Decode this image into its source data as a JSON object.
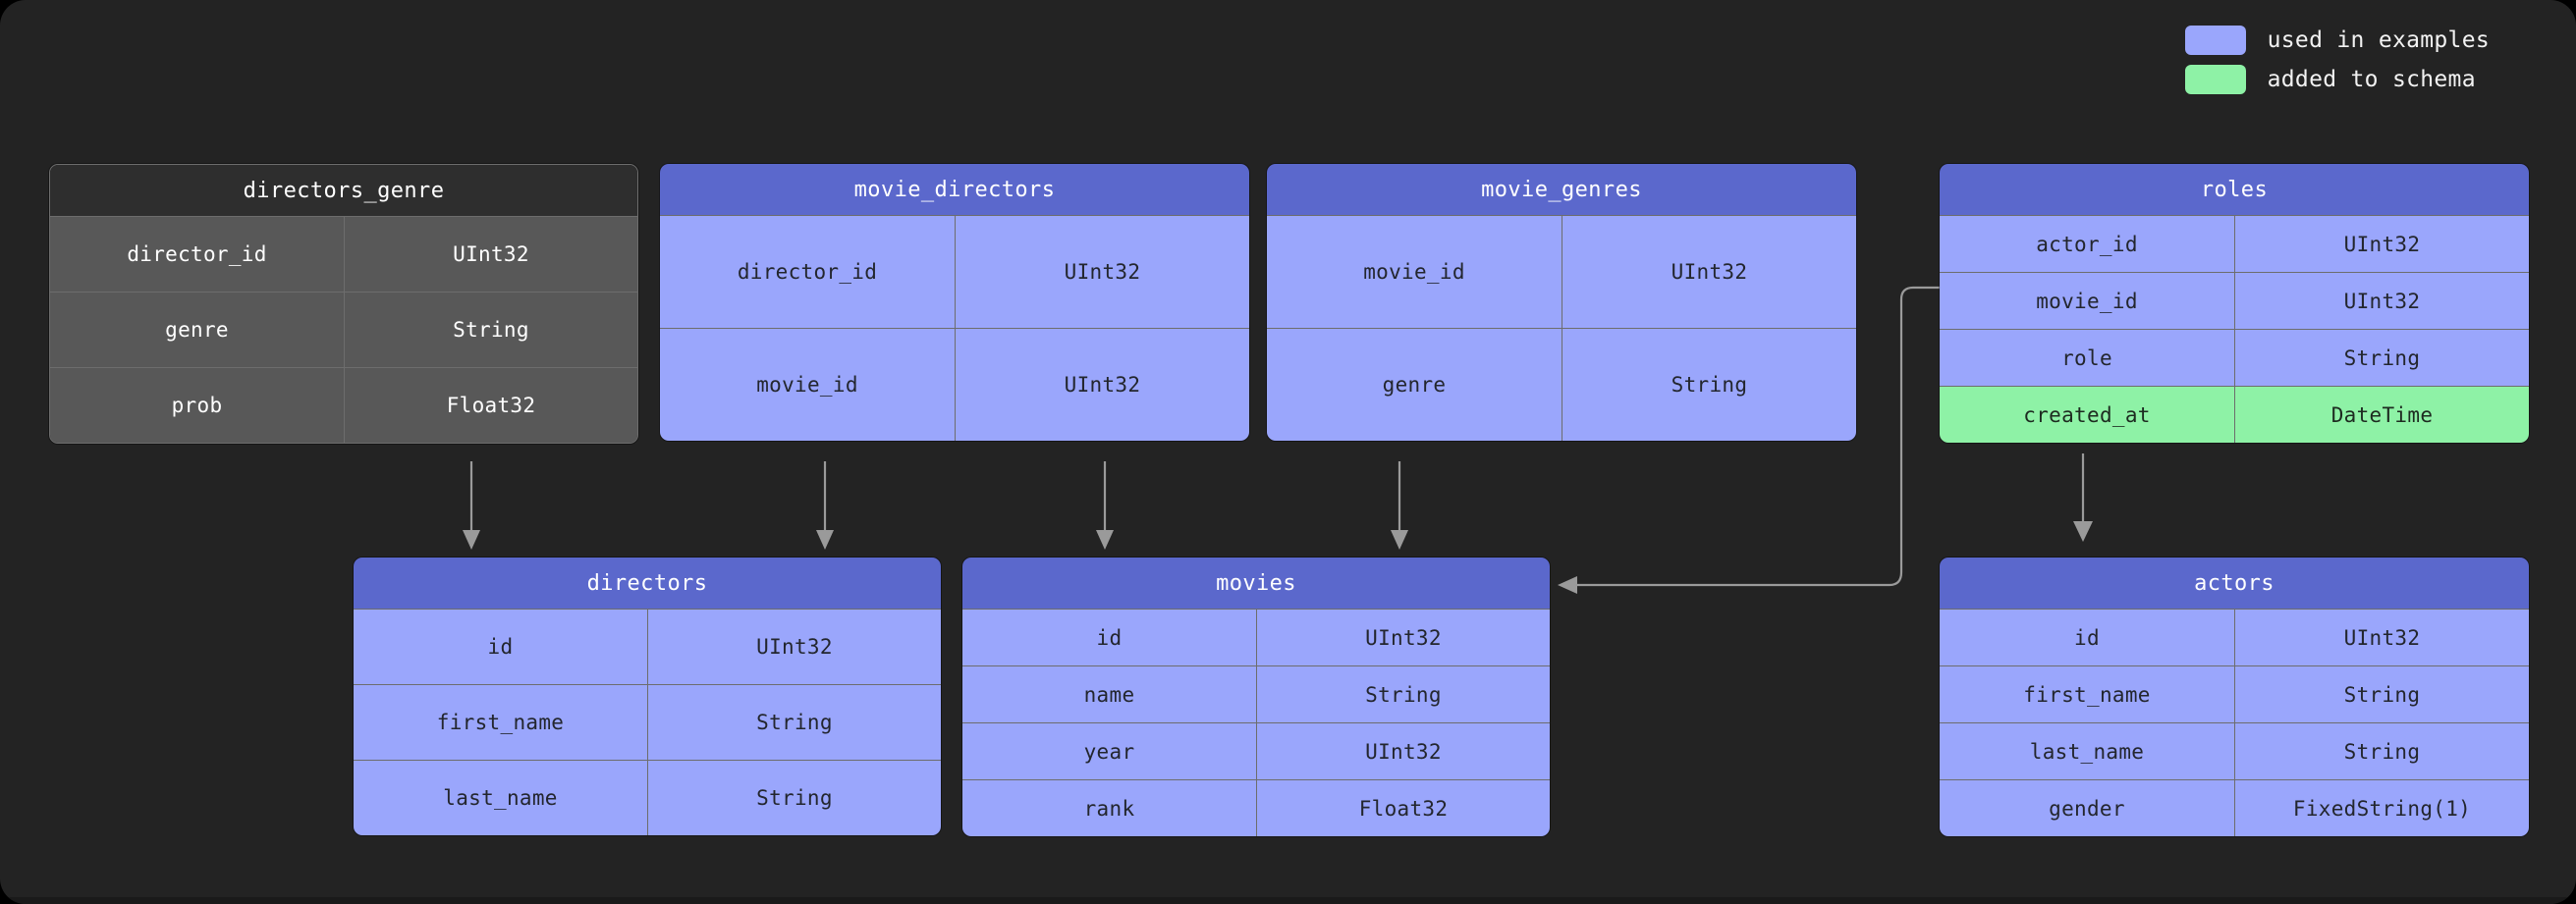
{
  "canvas": {
    "background": "#232323",
    "page_background": "#000000"
  },
  "legend": {
    "items": [
      {
        "label": "used in examples",
        "color": "#9aa6fc",
        "swatch_name": "legend-swatch-used-in-examples"
      },
      {
        "label": "added to schema",
        "color": "#8ef2a6",
        "swatch_name": "legend-swatch-added-to-schema"
      }
    ]
  },
  "colors": {
    "header_blue": "#5b68cc",
    "row_blue": "#9aa6fc",
    "header_grey": "#2e2e2e",
    "row_grey": "#585858",
    "row_green": "#8ef2a6",
    "connector": "#9a9a9a",
    "border": "#6d6d6d"
  },
  "tables": [
    {
      "id": "directors_genre",
      "title": "directors_genre",
      "theme": "grey",
      "used_in_examples": false,
      "columns": [
        {
          "name": "director_id",
          "type": "UInt32",
          "added": false
        },
        {
          "name": "genre",
          "type": "String",
          "added": false
        },
        {
          "name": "prob",
          "type": "Float32",
          "added": false
        }
      ]
    },
    {
      "id": "movie_directors",
      "title": "movie_directors",
      "theme": "blue",
      "used_in_examples": true,
      "columns": [
        {
          "name": "director_id",
          "type": "UInt32",
          "added": false
        },
        {
          "name": "movie_id",
          "type": "UInt32",
          "added": false
        }
      ]
    },
    {
      "id": "movie_genres",
      "title": "movie_genres",
      "theme": "blue",
      "used_in_examples": true,
      "columns": [
        {
          "name": "movie_id",
          "type": "UInt32",
          "added": false
        },
        {
          "name": "genre",
          "type": "String",
          "added": false
        }
      ]
    },
    {
      "id": "roles",
      "title": "roles",
      "theme": "blue",
      "used_in_examples": true,
      "columns": [
        {
          "name": "actor_id",
          "type": "UInt32",
          "added": false
        },
        {
          "name": "movie_id",
          "type": "UInt32",
          "added": false
        },
        {
          "name": "role",
          "type": "String",
          "added": false
        },
        {
          "name": "created_at",
          "type": "DateTime",
          "added": true
        }
      ]
    },
    {
      "id": "directors",
      "title": "directors",
      "theme": "blue",
      "used_in_examples": true,
      "columns": [
        {
          "name": "id",
          "type": "UInt32",
          "added": false
        },
        {
          "name": "first_name",
          "type": "String",
          "added": false
        },
        {
          "name": "last_name",
          "type": "String",
          "added": false
        }
      ]
    },
    {
      "id": "movies",
      "title": "movies",
      "theme": "blue",
      "used_in_examples": true,
      "columns": [
        {
          "name": "id",
          "type": "UInt32",
          "added": false
        },
        {
          "name": "name",
          "type": "String",
          "added": false
        },
        {
          "name": "year",
          "type": "UInt32",
          "added": false
        },
        {
          "name": "rank",
          "type": "Float32",
          "added": false
        }
      ]
    },
    {
      "id": "actors",
      "title": "actors",
      "theme": "blue",
      "used_in_examples": true,
      "columns": [
        {
          "name": "id",
          "type": "UInt32",
          "added": false
        },
        {
          "name": "first_name",
          "type": "String",
          "added": false
        },
        {
          "name": "last_name",
          "type": "String",
          "added": false
        },
        {
          "name": "gender",
          "type": "FixedString(1)",
          "added": false
        }
      ]
    }
  ],
  "relations": [
    {
      "from": "directors_genre",
      "to": "directors",
      "arrow": "down"
    },
    {
      "from": "movie_directors",
      "to": "directors",
      "arrow": "down"
    },
    {
      "from": "movie_directors",
      "to": "movies",
      "arrow": "down"
    },
    {
      "from": "movie_genres",
      "to": "movies",
      "arrow": "down"
    },
    {
      "from": "roles",
      "to": "movies",
      "arrow": "left"
    },
    {
      "from": "roles",
      "to": "actors",
      "arrow": "down"
    }
  ]
}
